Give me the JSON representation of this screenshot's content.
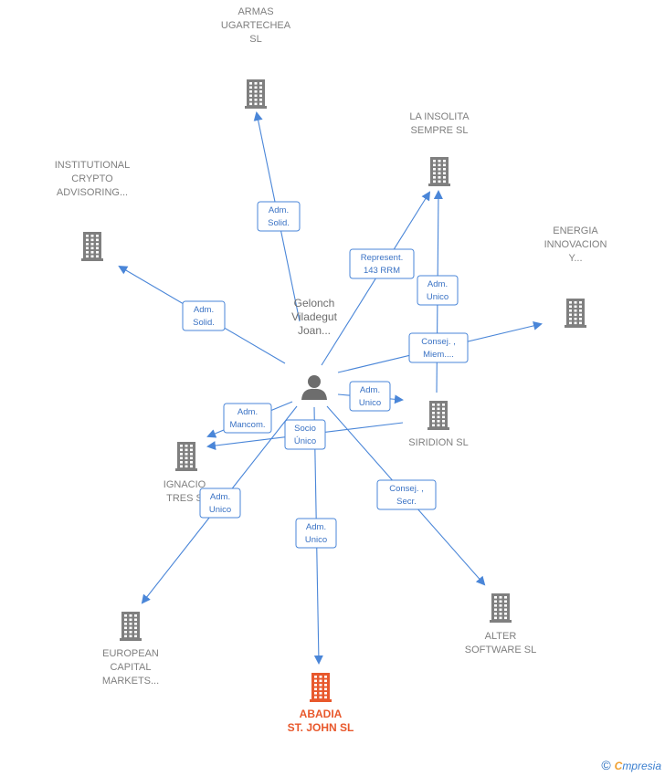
{
  "colors": {
    "edge": "#4a86d8",
    "company": "#7f7f7f",
    "main_company": "#e8582c",
    "person": "#6d6d6d"
  },
  "person": {
    "id": "gelonch",
    "lines": [
      "Gelonch",
      "Viladegut",
      "Joan..."
    ],
    "icon": "person-icon"
  },
  "companies": [
    {
      "id": "armas",
      "lines": [
        "ARMAS",
        "UGARTECHEA",
        "SL"
      ],
      "main": false
    },
    {
      "id": "insolita",
      "lines": [
        "LA INSOLITA",
        "SEMPRE  SL"
      ],
      "main": false
    },
    {
      "id": "institutional",
      "lines": [
        "INSTITUTIONAL",
        "CRYPTO",
        "ADVISORING..."
      ],
      "main": false
    },
    {
      "id": "energia",
      "lines": [
        "ENERGIA",
        "INNOVACION",
        "Y..."
      ],
      "main": false
    },
    {
      "id": "siridion",
      "lines": [
        "SIRIDION  SL"
      ],
      "main": false
    },
    {
      "id": "ignacio",
      "lines": [
        "IGNACIO",
        "TRES S"
      ],
      "main": false
    },
    {
      "id": "european",
      "lines": [
        "EUROPEAN",
        "CAPITAL",
        "MARKETS..."
      ],
      "main": false
    },
    {
      "id": "alter",
      "lines": [
        "ALTER",
        "SOFTWARE SL"
      ],
      "main": false
    },
    {
      "id": "abadia",
      "lines": [
        "ABADIA",
        "ST.  JOHN  SL"
      ],
      "main": true
    }
  ],
  "edges": [
    {
      "from": "gelonch",
      "to": "armas",
      "label": [
        "Adm.",
        "Solid."
      ]
    },
    {
      "from": "gelonch",
      "to": "insolita",
      "label": [
        "Represent.",
        "143 RRM"
      ]
    },
    {
      "from": "siridion",
      "to": "insolita",
      "label": [
        "Adm.",
        "Unico"
      ]
    },
    {
      "from": "gelonch",
      "to": "institutional",
      "label": [
        "Adm.",
        "Solid."
      ]
    },
    {
      "from": "gelonch",
      "to": "energia",
      "label": [
        "Consej. ,",
        "Miem...."
      ]
    },
    {
      "from": "gelonch",
      "to": "siridion",
      "label": [
        "Adm.",
        "Unico"
      ]
    },
    {
      "from": "gelonch",
      "to": "ignacio",
      "label": [
        "Adm.",
        "Mancom."
      ]
    },
    {
      "from": "siridion",
      "to": "ignacio",
      "label": [
        "Socio",
        "Único"
      ]
    },
    {
      "from": "gelonch",
      "to": "european",
      "label": [
        "Adm.",
        "Unico"
      ]
    },
    {
      "from": "gelonch",
      "to": "abadia",
      "label": [
        "Adm.",
        "Unico"
      ]
    },
    {
      "from": "gelonch",
      "to": "alter",
      "label": [
        "Consej. ,",
        "Secr."
      ]
    }
  ],
  "footer": {
    "copyright": "©",
    "brand_first": "C",
    "brand_rest": "mpresia"
  }
}
